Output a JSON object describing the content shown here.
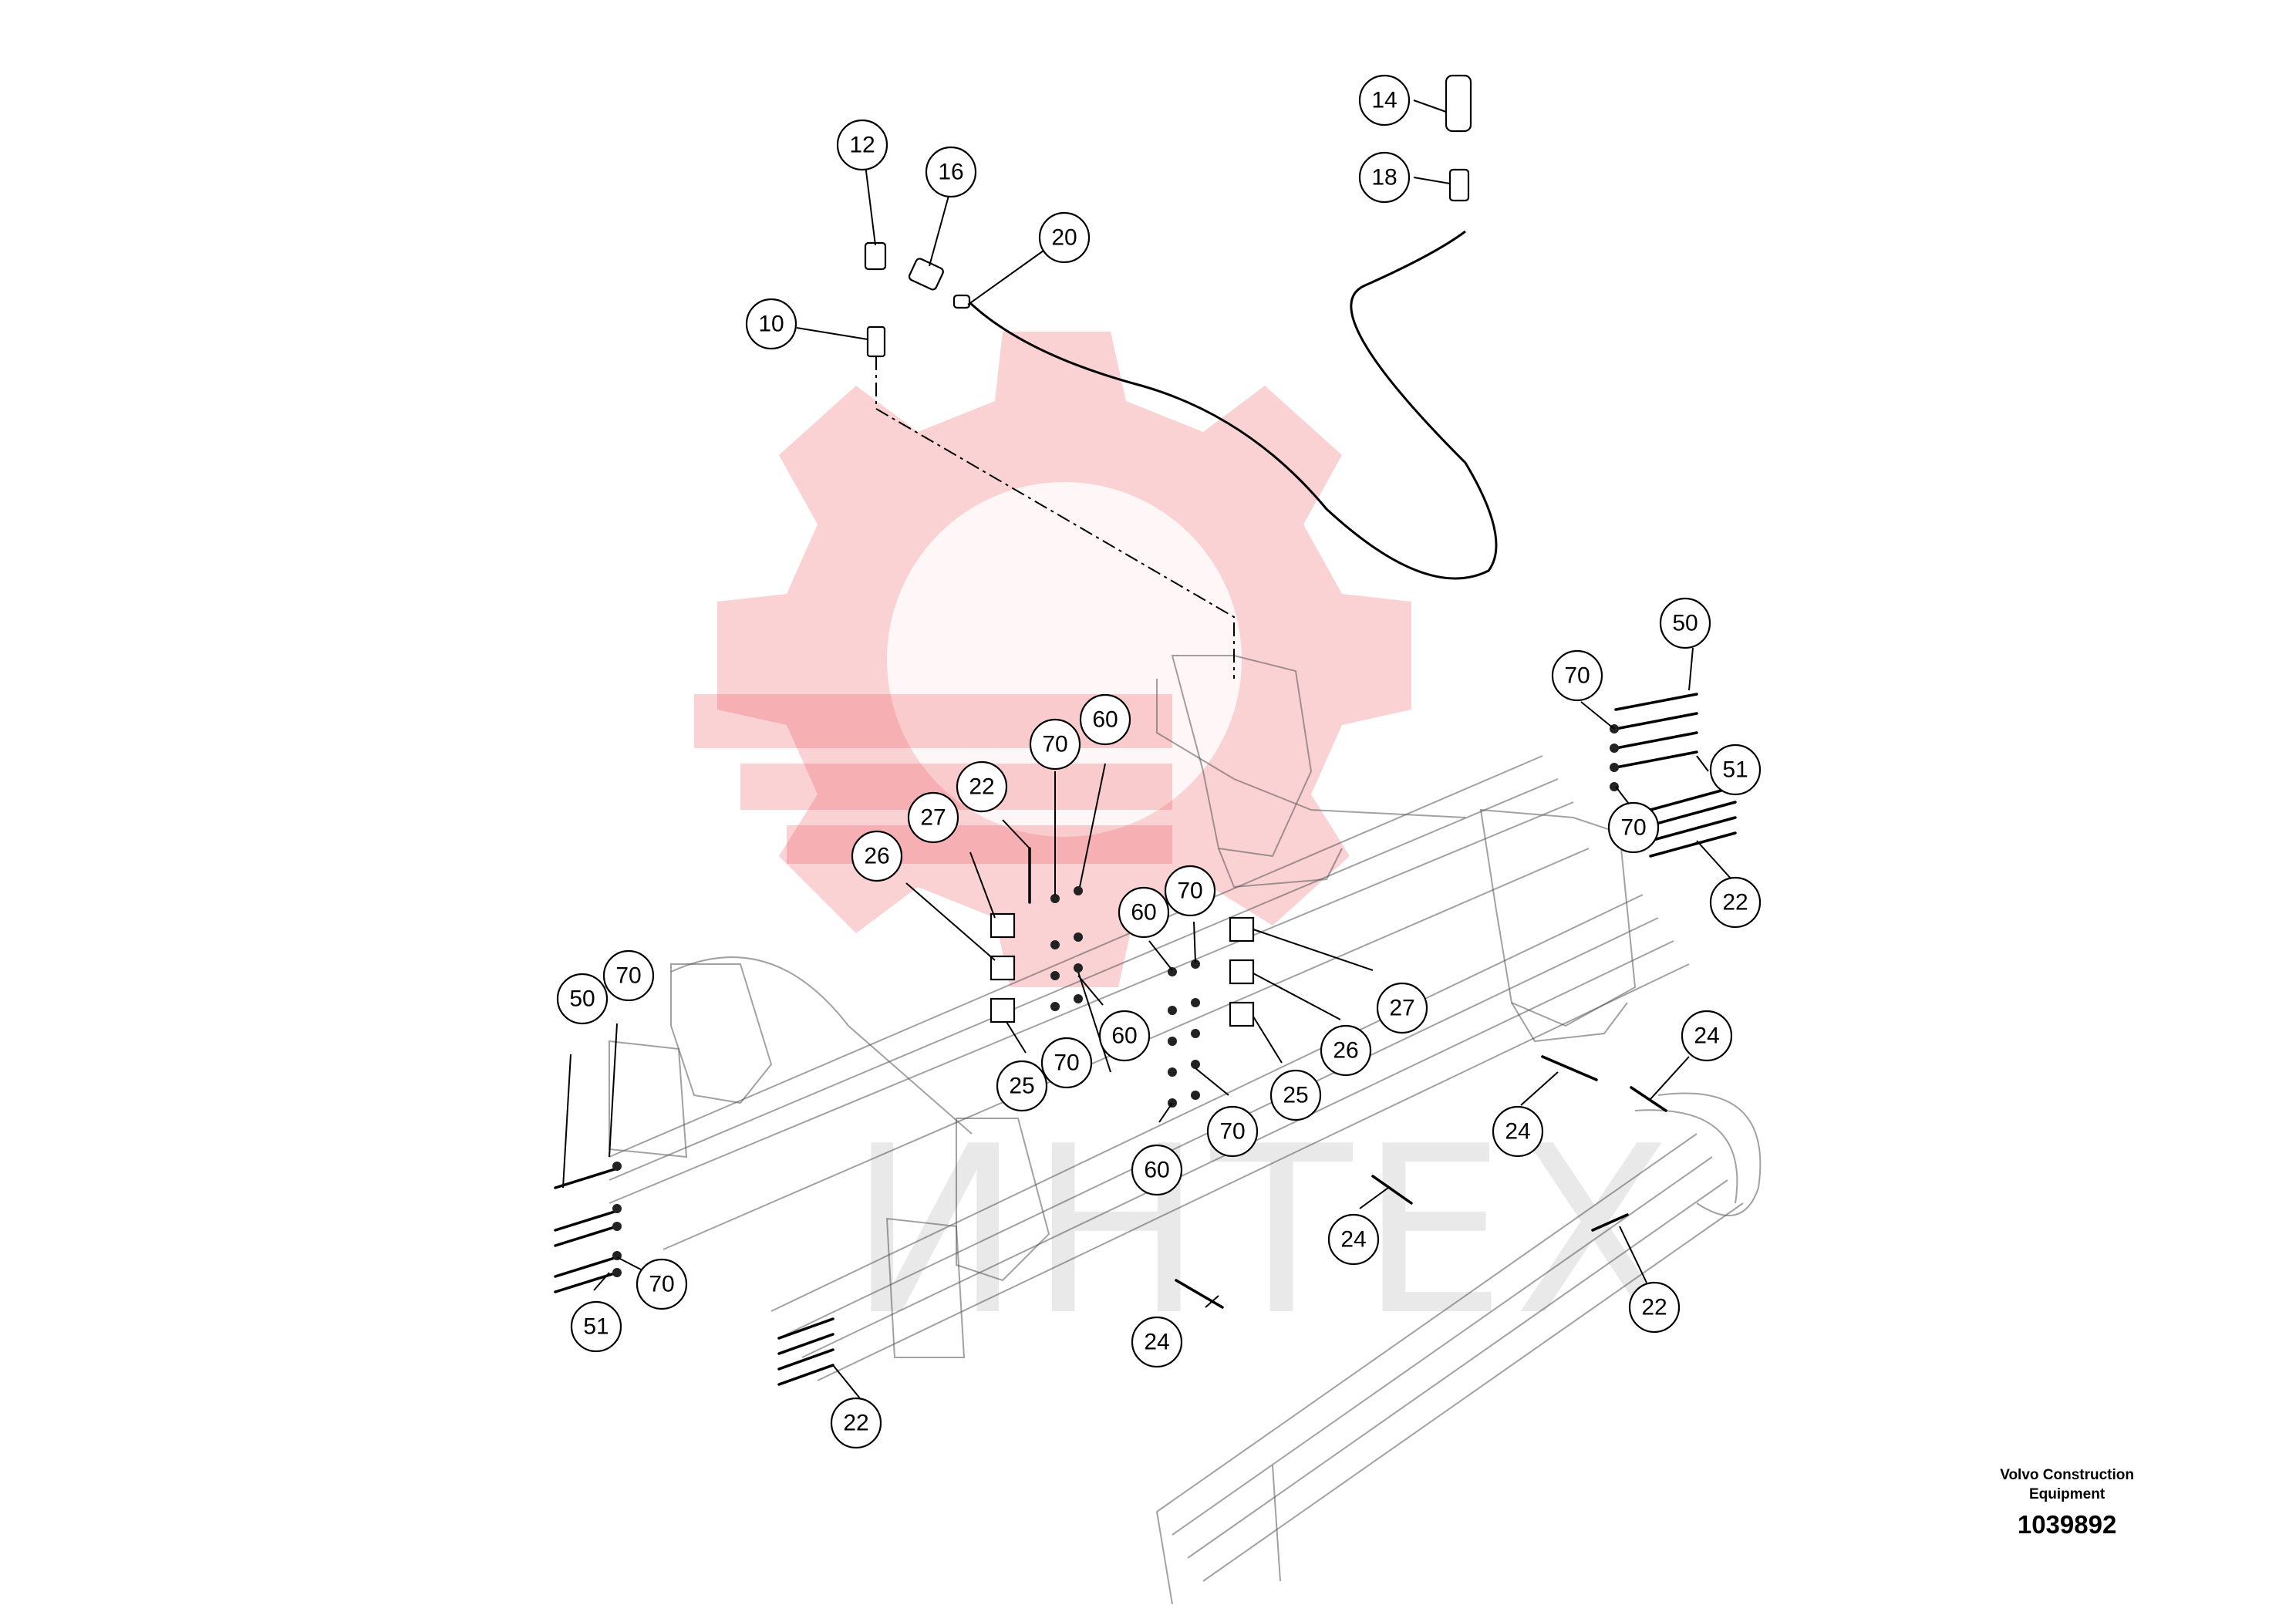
{
  "document": {
    "company": "Volvo Construction\nEquipment",
    "drawing_number": "1039892"
  },
  "watermark": {
    "text": "ИНТЕХ",
    "color": "#e8343a"
  },
  "callouts": [
    {
      "label": "14"
    },
    {
      "label": "18"
    },
    {
      "label": "12"
    },
    {
      "label": "16"
    },
    {
      "label": "20"
    },
    {
      "label": "10"
    },
    {
      "label": "50"
    },
    {
      "label": "70"
    },
    {
      "label": "51"
    },
    {
      "label": "70"
    },
    {
      "label": "22"
    },
    {
      "label": "70"
    },
    {
      "label": "60"
    },
    {
      "label": "22"
    },
    {
      "label": "27"
    },
    {
      "label": "26"
    },
    {
      "label": "60"
    },
    {
      "label": "70"
    },
    {
      "label": "27"
    },
    {
      "label": "50"
    },
    {
      "label": "70"
    },
    {
      "label": "60"
    },
    {
      "label": "70"
    },
    {
      "label": "25"
    },
    {
      "label": "26"
    },
    {
      "label": "25"
    },
    {
      "label": "70"
    },
    {
      "label": "60"
    },
    {
      "label": "24"
    },
    {
      "label": "24"
    },
    {
      "label": "24"
    },
    {
      "label": "22"
    },
    {
      "label": "24"
    },
    {
      "label": "70"
    },
    {
      "label": "51"
    },
    {
      "label": "22"
    }
  ]
}
